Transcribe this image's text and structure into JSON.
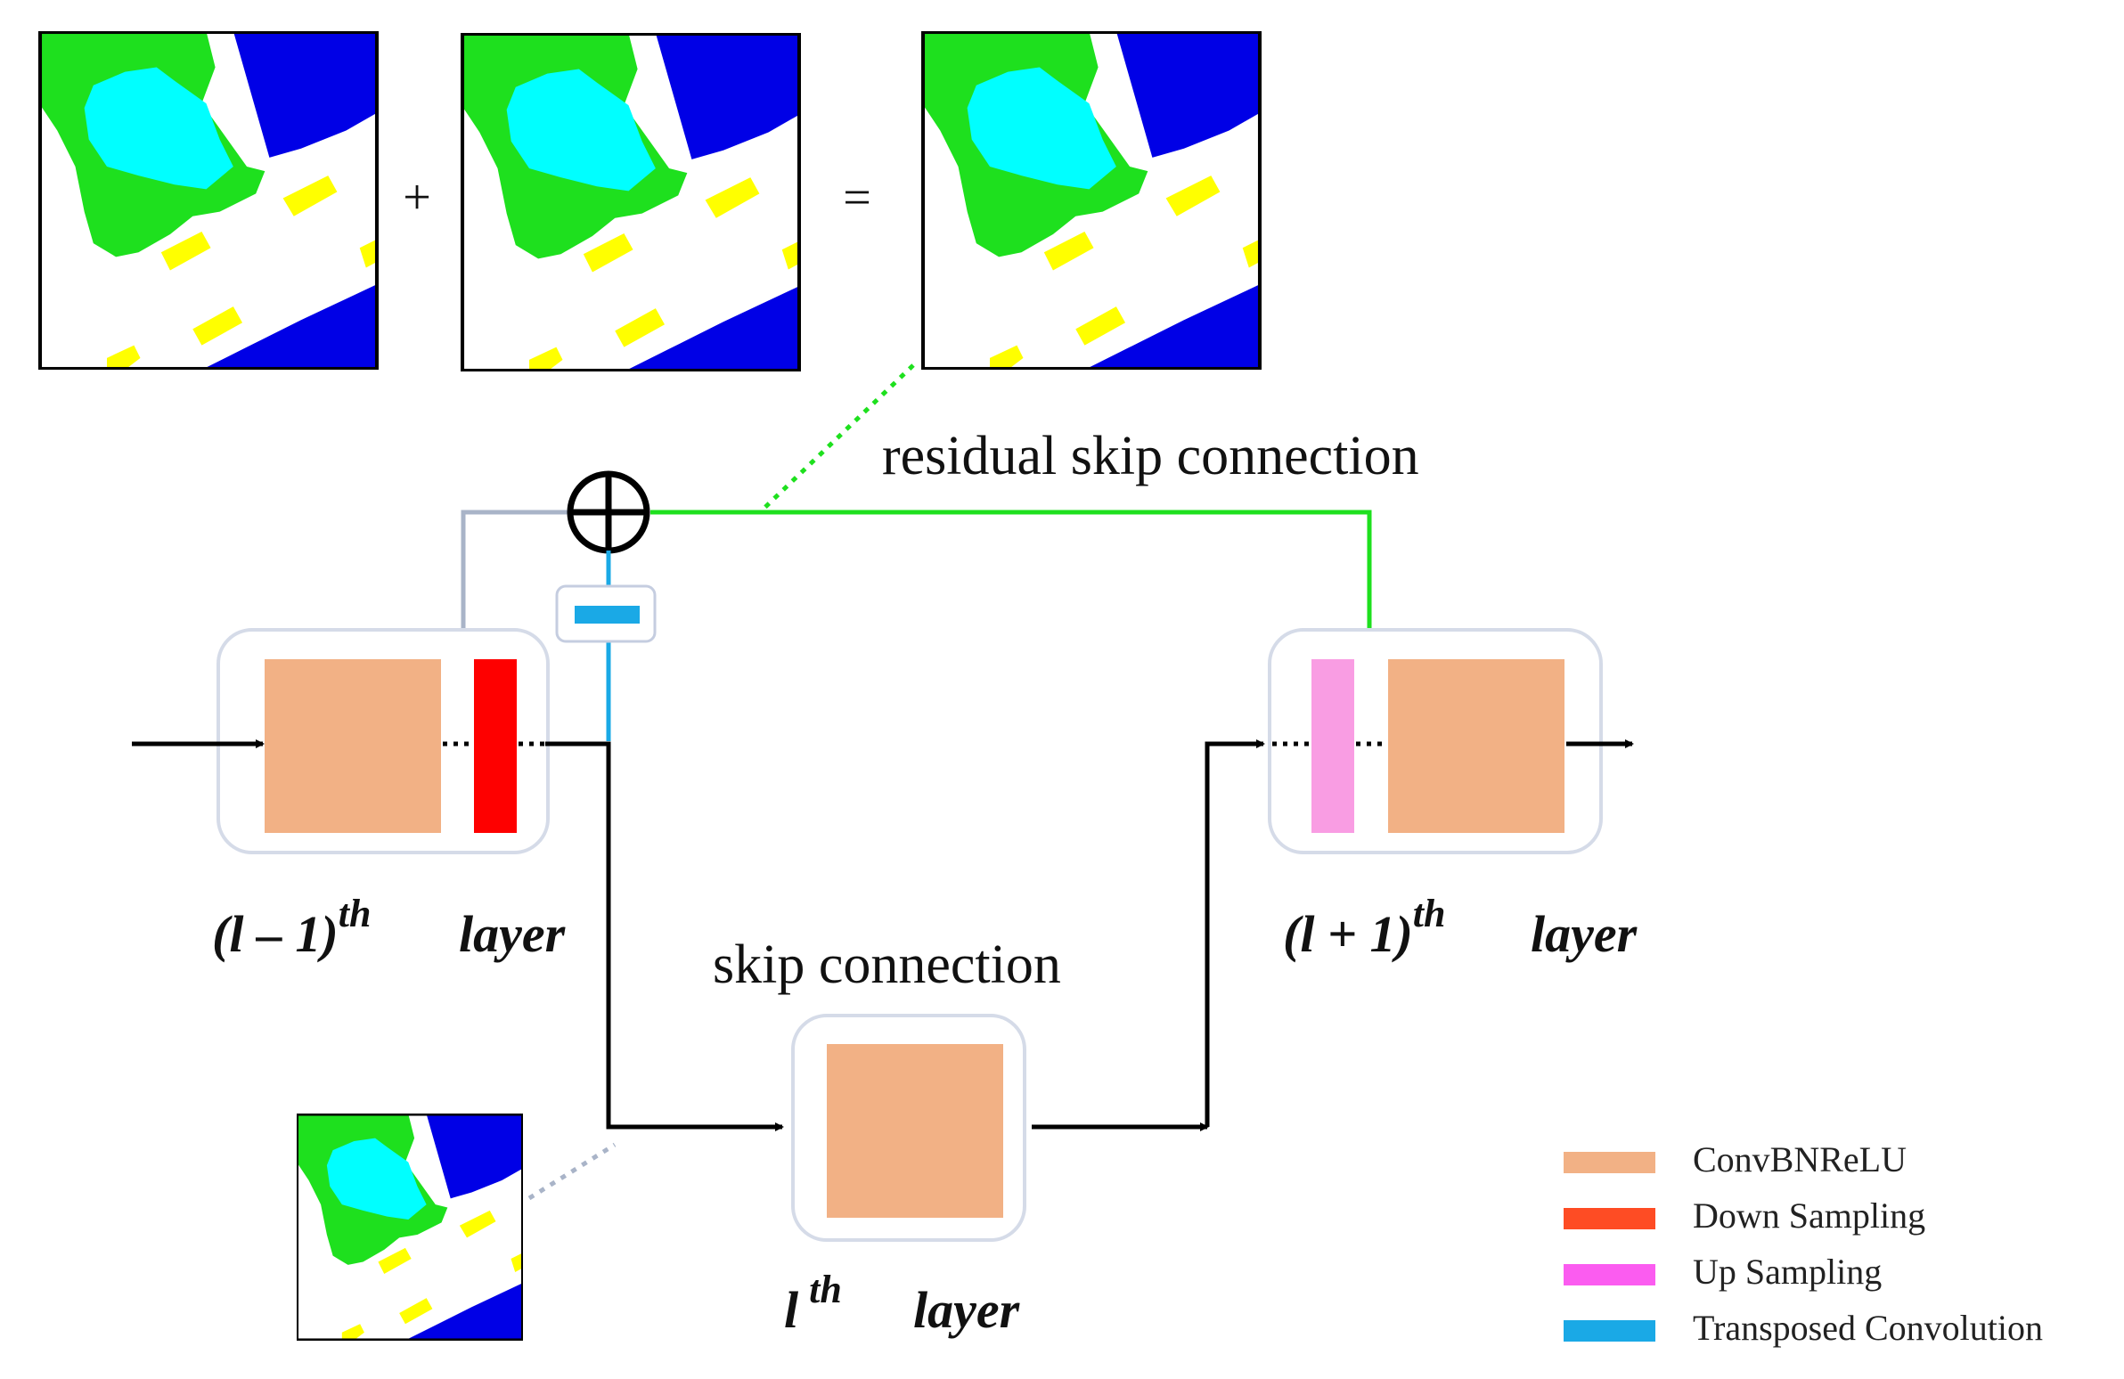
{
  "operators": {
    "plus": "+",
    "equals": "="
  },
  "labels": {
    "residual": "residual skip connection",
    "skip": "skip connection"
  },
  "layers": {
    "prev": {
      "main": "(l – 1)",
      "sup": "th",
      "word": "layer"
    },
    "current": {
      "main": "l",
      "sup": "th",
      "word": "layer"
    },
    "next": {
      "main": "(l + 1)",
      "sup": "th",
      "word": "layer"
    }
  },
  "legend": [
    {
      "label": "ConvBNReLU",
      "color": "#f2b185"
    },
    {
      "label": "Down Sampling",
      "color": "#fe4c24"
    },
    {
      "label": "Up Sampling",
      "color": "#fb5cf0"
    },
    {
      "label": "Transposed Convolution",
      "color": "#1aa9e6"
    }
  ],
  "colors": {
    "conv": "#f2b185",
    "down": "#fe0000",
    "up": "#f99de3",
    "transposed": "#1aa9e6",
    "residual_line": "#1ee01e",
    "flow_line": "#000000",
    "gray_line": "#a9b4c8",
    "seg_green": "#1ee01e",
    "seg_cyan": "#00ffff",
    "seg_blue": "#0000e6",
    "seg_yellow": "#ffff00",
    "seg_white": "#ffffff"
  }
}
